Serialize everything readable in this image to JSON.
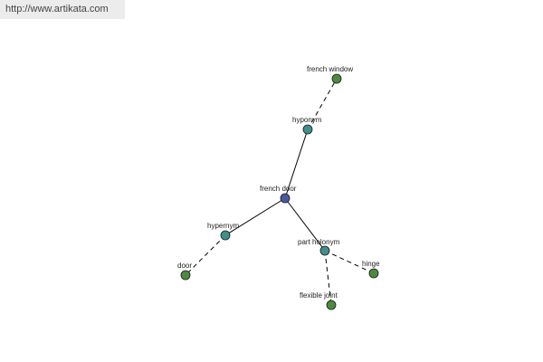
{
  "source": {
    "url": "http://www.artikata.com"
  },
  "graph": {
    "colors": {
      "center": "#4a5aa0",
      "relation": "#3f8f8c",
      "leaf": "#4c8a3e",
      "edge": "#000000"
    },
    "nodes": {
      "french_door": {
        "label": "french door",
        "kind": "center"
      },
      "hyponym": {
        "label": "hyponym",
        "kind": "relation"
      },
      "hypernym": {
        "label": "hypernym",
        "kind": "relation"
      },
      "part_holonym": {
        "label": "part holonym",
        "kind": "relation"
      },
      "french_window": {
        "label": "french window",
        "kind": "leaf"
      },
      "door": {
        "label": "door",
        "kind": "leaf"
      },
      "hinge": {
        "label": "hinge",
        "kind": "leaf"
      },
      "flexible_joint": {
        "label": "flexible joint",
        "kind": "leaf"
      }
    },
    "edges": [
      {
        "from": "french_door",
        "to": "hyponym",
        "style": "solid"
      },
      {
        "from": "french_door",
        "to": "hypernym",
        "style": "solid"
      },
      {
        "from": "french_door",
        "to": "part_holonym",
        "style": "solid"
      },
      {
        "from": "hyponym",
        "to": "french_window",
        "style": "dashed"
      },
      {
        "from": "hypernym",
        "to": "door",
        "style": "dashed"
      },
      {
        "from": "part_holonym",
        "to": "hinge",
        "style": "dashed"
      },
      {
        "from": "part_holonym",
        "to": "flexible_joint",
        "style": "dashed"
      }
    ]
  }
}
